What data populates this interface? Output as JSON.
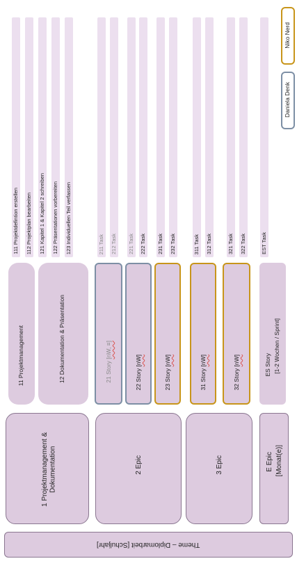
{
  "theme": {
    "label": "Theme – Diplomarbeit [Schuljahr]"
  },
  "epics": [
    {
      "title": "1 Projektmanagement & Dokumentation"
    },
    {
      "title": "2 Epic"
    },
    {
      "title": "3 Epic"
    }
  ],
  "epic_legend": {
    "line1": "E Epic",
    "line2": "[Monat(e)]"
  },
  "stories_top": [
    {
      "title": "11 Projektmanagement"
    },
    {
      "title": "12 Dokumentation & Präsentation"
    }
  ],
  "stories": [
    {
      "prefix": "21 Story ",
      "tag": "[nW, ≡]"
    },
    {
      "prefix": "22 Story ",
      "tag": "[nW]"
    },
    {
      "prefix": "23 Story ",
      "tag": "[nW]"
    },
    {
      "prefix": "31 Story ",
      "tag": "[nW]"
    },
    {
      "prefix": "32 Story ",
      "tag": "[nW]"
    }
  ],
  "story_legend": {
    "line1": "ES Story",
    "line2": "[1-2 Wochen / Sprint]"
  },
  "tasks": [
    "111 Projektdefintion erstellen",
    "112 Projektplan bearbeiten",
    "121 Kapitel 1 & Kapitel 2 schreiben",
    "122 Präsentationen vorbereiten",
    "123 Individuellen Teil verfassen",
    "211 Task",
    "212 Task",
    "221 Task",
    "222 Task",
    "231 Task",
    "232 Task",
    "311 Task",
    "312 Task",
    "321 Task",
    "322 Task",
    "EST Task"
  ],
  "people": [
    {
      "name": "Daniela Denk",
      "color": "#7d8fa5"
    },
    {
      "name": "Niko Nerd",
      "color": "#c8951a"
    }
  ]
}
